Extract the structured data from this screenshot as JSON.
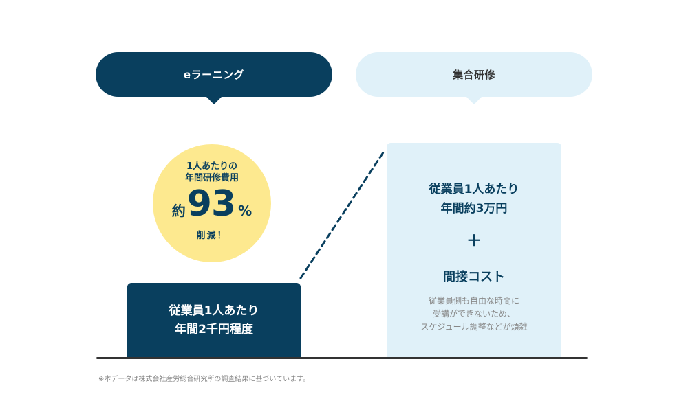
{
  "labels": {
    "elearning": "eラーニング",
    "group_training": "集合研修"
  },
  "badge": {
    "line1": "1人あたりの",
    "line2": "年間研修費用",
    "prefix": "約",
    "value": "93",
    "suffix": "%",
    "line4": "削減！"
  },
  "elearning_box": {
    "line1": "従業員1人あたり",
    "line2": "年間2千円程度"
  },
  "group_box": {
    "line1": "従業員1人あたり",
    "line2": "年間約3万円",
    "plus": "＋",
    "indirect_title": "間接コスト",
    "desc1": "従業員側も自由な時間に",
    "desc2": "受講ができないため、",
    "desc3": "スケジュール調整などが煩雑"
  },
  "footnote": "※本データは株式会社産労総合研究所の調査結果に基づいています。",
  "colors": {
    "navy": "#093f5e",
    "light_blue": "#e0f1f9",
    "yellow": "#fde98f",
    "baseline": "#333333",
    "muted_text": "#888888"
  },
  "chart_data": {
    "type": "bar",
    "title": "1人あたりの年間研修費用 約93%削減！",
    "categories": [
      "eラーニング",
      "集合研修"
    ],
    "values": [
      2000,
      30000
    ],
    "value_labels": [
      "年間2千円程度",
      "年間約3万円 + 間接コスト"
    ],
    "unit": "円/人/年",
    "reduction_percent": 93
  }
}
